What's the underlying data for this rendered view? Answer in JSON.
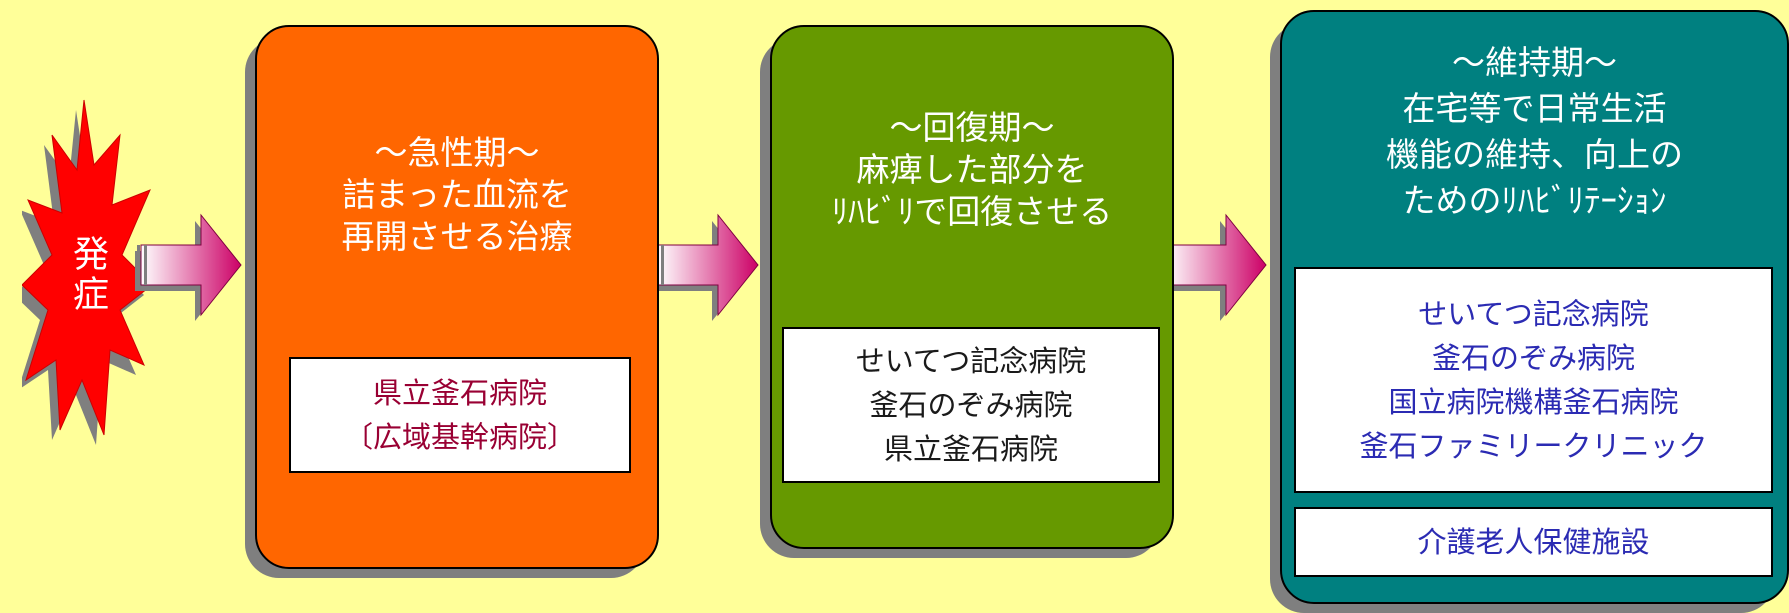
{
  "onset": {
    "label": "発症"
  },
  "phases": {
    "acute": {
      "title_lines": [
        "～急性期～",
        "詰まった血流を",
        "再開させる治療"
      ],
      "facilities": [
        "県立釜石病院",
        "〔広域基幹病院〕"
      ]
    },
    "recovery": {
      "title_lines": [
        "～回復期～",
        "麻痺した部分を",
        "ﾘﾊﾋﾞﾘで回復させる"
      ],
      "facilities": [
        "せいてつ記念病院",
        "釜石のぞみ病院",
        "県立釜石病院"
      ]
    },
    "maintenance": {
      "title_lines": [
        "～維持期～",
        "在宅等で日常生活",
        "機能の維持、向上の",
        "ためのﾘﾊﾋﾞﾘﾃｰｼｮﾝ"
      ],
      "facilities": [
        "せいてつ記念病院",
        "釜石のぞみ病院",
        "国立病院機構釜石病院",
        "釜石ファミリークリニック"
      ],
      "care_facility": "介護老人保健施設"
    }
  },
  "colors": {
    "background": "#ffff99",
    "acute": "#ff6600",
    "recovery": "#669900",
    "maintenance": "#008080",
    "onset_burst": "#ff0000",
    "arrow_gradient_start": "#ffffff",
    "arrow_gradient_end": "#cc0066"
  }
}
